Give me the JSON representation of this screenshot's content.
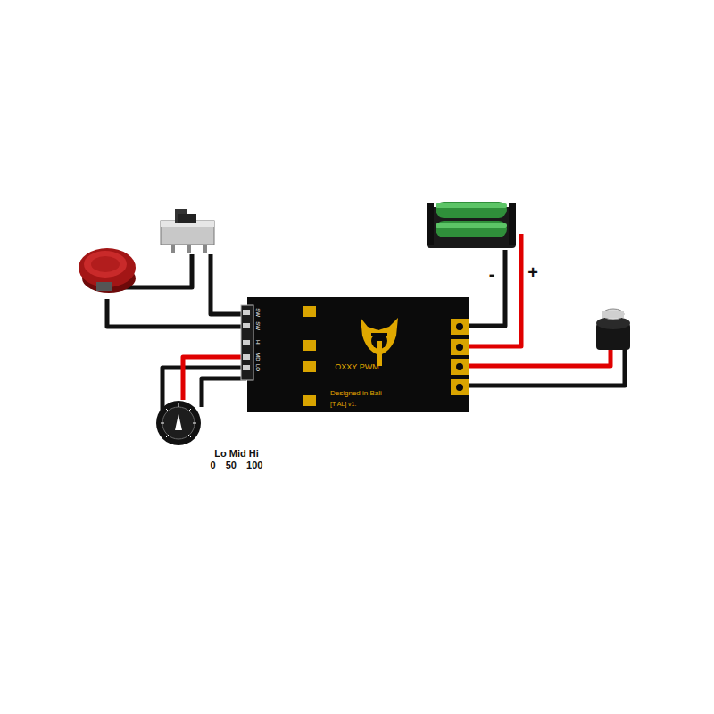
{
  "diagram": {
    "nodes": [
      {
        "text": [
          "OXXY PWM",
          "Designed in Bali",
          "[T AL] v1."
        ]
      }
    ],
    "labels": [
      "SW",
      "SW",
      "HI",
      "MD",
      "LO",
      "-",
      "+",
      "Lo Mid Hi",
      "0 50 100"
    ]
  }
}
